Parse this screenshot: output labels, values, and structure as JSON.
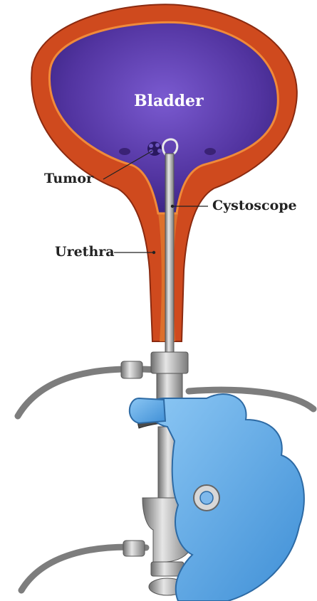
{
  "labels": {
    "bladder": "Bladder",
    "tumor": "Tumor",
    "cystoscope": "Cystoscope",
    "urethra": "Urethra"
  },
  "colors": {
    "bladder_inner": "#5a3aa8",
    "bladder_wall": "#c9401a",
    "glove": "#5aa9ea",
    "instrument": "#a6a6a6",
    "tubing": "#8a8a8a"
  }
}
